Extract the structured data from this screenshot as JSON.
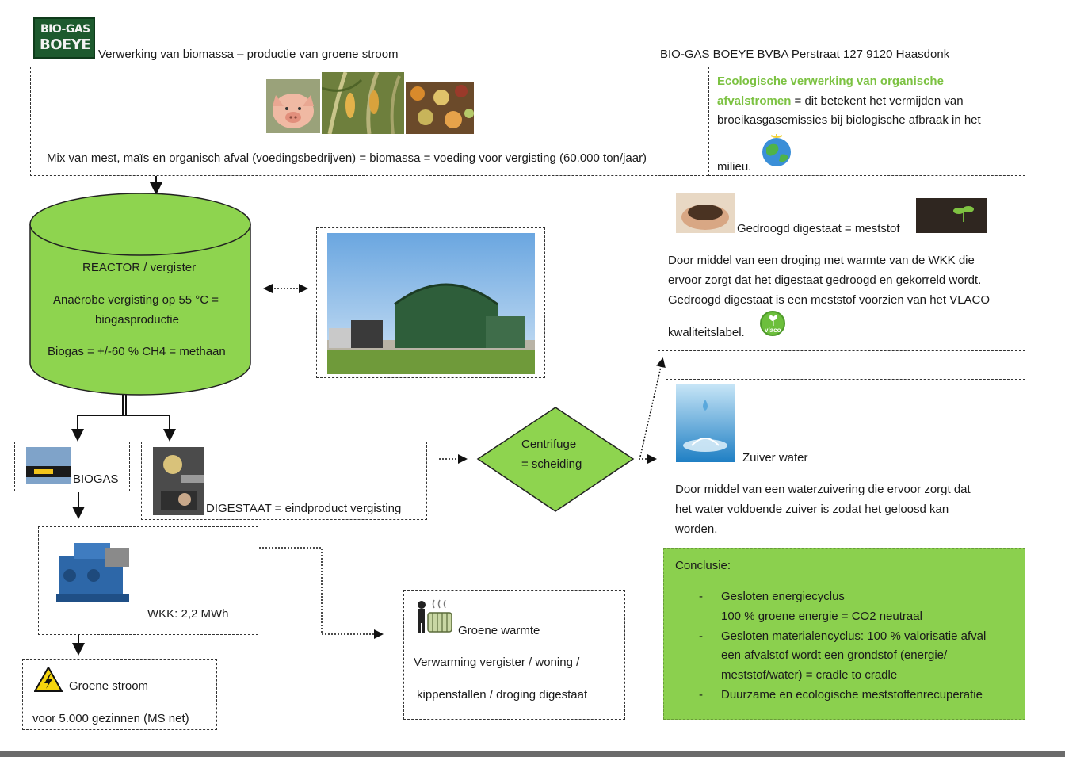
{
  "header": {
    "logo_top": "BIO-GAS",
    "logo_bottom": "BOEYE",
    "subtitle": "Verwerking van biomassa – productie van groene stroom",
    "company": "BIO-GAS BOEYE BVBA Perstraat 127 9120 Haasdonk"
  },
  "biomass": {
    "text": "Mix van mest, maïs en organisch afval (voedingsbedrijven) = biomassa  = voeding voor vergisting (60.000 ton/jaar)"
  },
  "eco": {
    "title_line1": "Ecologische verwerking van organische",
    "title_word": "afvalstromen",
    "line1_rest": " = dit betekent het vermijden van",
    "line2": "broeikasgasemissies bij biologische afbraak in het",
    "line3": "milieu."
  },
  "reactor": {
    "line1": "REACTOR / vergister",
    "line2": "Anaërobe vergisting op 55 °C =",
    "line3": "biogasproductie",
    "line4": "Biogas = +/-60 % CH4 = methaan"
  },
  "biogas": {
    "label": "BIOGAS"
  },
  "digestaat": {
    "label": "DIGESTAAT = eindproduct vergisting"
  },
  "centrifuge": {
    "line1": "Centrifuge",
    "line2": "= scheiding"
  },
  "wkk": {
    "label": "WKK: 2,2 MWh"
  },
  "stroom": {
    "title": "Groene stroom",
    "sub": "voor 5.000 gezinnen (MS net)"
  },
  "warmte": {
    "title": "Groene warmte",
    "line1": "Verwarming vergister / woning /",
    "line2": "kippenstallen / droging digestaat"
  },
  "dried": {
    "title": "Gedroogd digestaat = meststof",
    "line1": "Door middel van een droging met warmte van de WKK die",
    "line2": "ervoor zorgt dat het digestaat gedroogd en gekorreld wordt.",
    "line3": "Gedroogd digestaat is een meststof voorzien van het VLACO",
    "line4": "kwaliteitslabel.",
    "badge": "vlaco"
  },
  "water": {
    "title": "Zuiver water",
    "line1": "Door middel van een waterzuivering die ervoor zorgt dat",
    "line2": "het water voldoende zuiver is zodat het geloosd kan",
    "line3": "worden."
  },
  "conclusion": {
    "title": "Conclusie:",
    "items": [
      {
        "bullet": "-",
        "lines": [
          "Gesloten energiecyclus",
          "100 % groene energie = CO2 neutraal"
        ]
      },
      {
        "bullet": "-",
        "lines": [
          "Gesloten materialencyclus:  100 % valorisatie afval",
          "een afvalstof wordt een grondstof (energie/",
          "meststof/water) = cradle to cradle"
        ]
      },
      {
        "bullet": "-",
        "lines": [
          "Duurzame en ecologische meststoffenrecuperatie"
        ]
      }
    ]
  },
  "colors": {
    "reactor_fill": "#8ed44f",
    "conclusion_fill": "#8bd04e",
    "eco_title": "#7cc242",
    "logo_bg": "#1d5a2e"
  }
}
